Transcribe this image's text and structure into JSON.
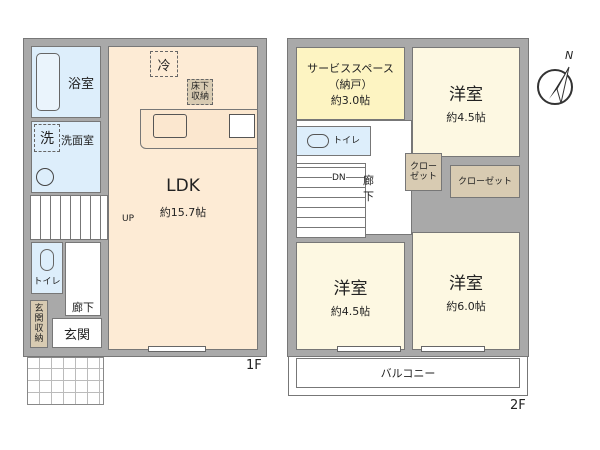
{
  "floor1": {
    "label": "1F",
    "rooms": {
      "bath": "浴室",
      "washroom": "洗面室",
      "wash_mark": "洗",
      "ldk": "LDK",
      "ldk_size": "約15.7帖",
      "fridge": "冷",
      "underfloor": "床下収納",
      "toilet": "トイレ",
      "hall": "廊下",
      "entrance": "玄関",
      "entrance_storage": "玄関収納",
      "stairs_up": "UP"
    }
  },
  "floor2": {
    "label": "2F",
    "rooms": {
      "service_space": "サービススペース",
      "service_space_sub": "（納戸）",
      "service_space_size": "約3.0帖",
      "western_ne": "洋室",
      "western_ne_size": "約4.5帖",
      "toilet": "トイレ",
      "hall": "廊下",
      "stairs_down": "DN",
      "closet_small": "クローゼット",
      "closet_large": "クローゼット",
      "western_sw": "洋室",
      "western_sw_size": "約4.5帖",
      "western_se": "洋室",
      "western_se_size": "約6.0帖",
      "balcony": "バルコニー"
    }
  },
  "compass": {
    "north_label": "N"
  }
}
